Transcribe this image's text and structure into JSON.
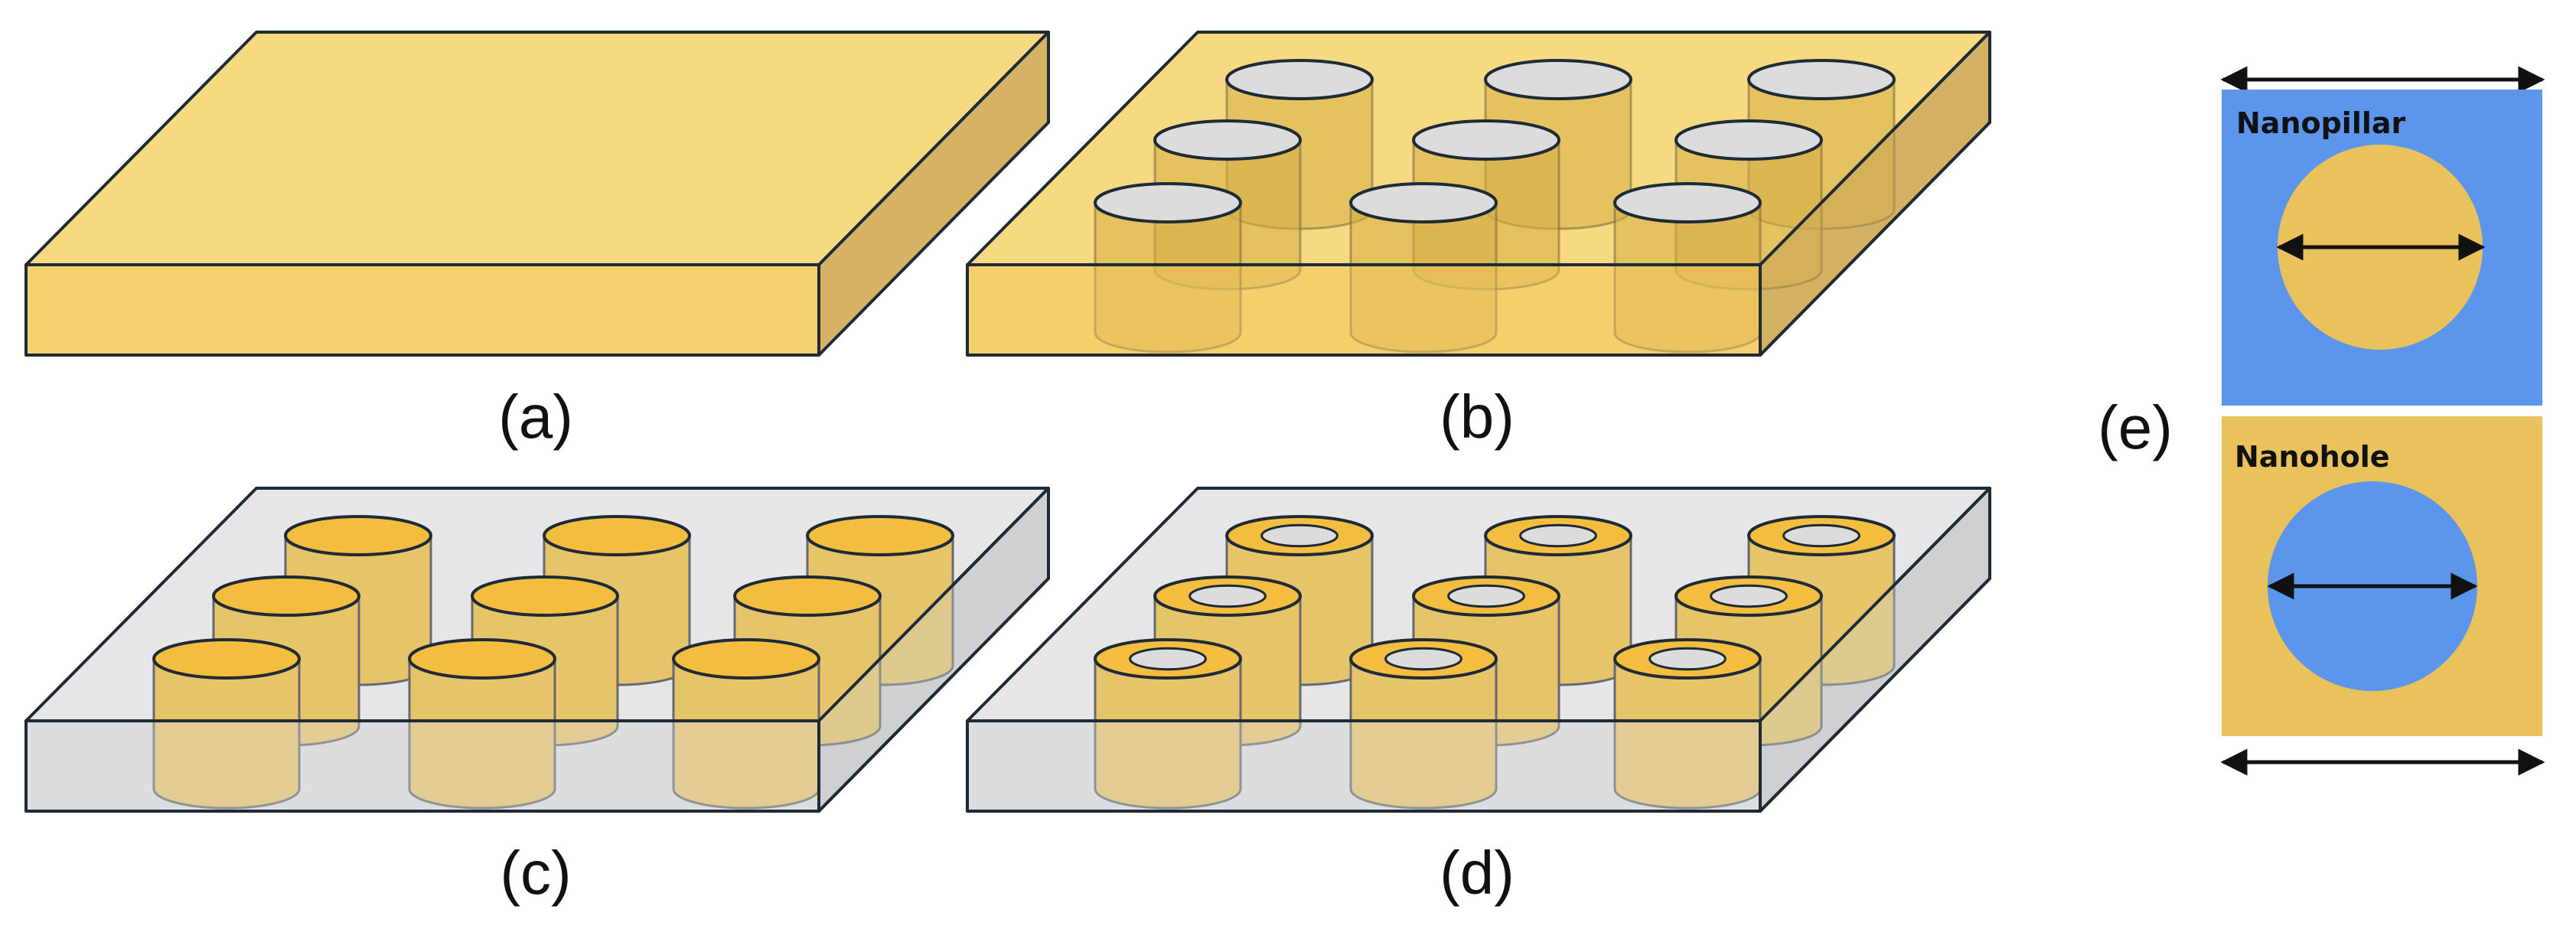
{
  "panels": [
    {
      "id": "a",
      "label": "(a)",
      "slab": "gold",
      "pillars": "none"
    },
    {
      "id": "b",
      "label": "(b)",
      "slab": "gold",
      "pillars": "hole"
    },
    {
      "id": "c",
      "label": "(c)",
      "slab": "glass",
      "pillars": "solid"
    },
    {
      "id": "d",
      "label": "(d)",
      "slab": "glass",
      "pillars": "ring"
    }
  ],
  "panel_e": {
    "label": "(e)",
    "cells": [
      {
        "title": "Nanopillar",
        "background": "#5b95ec",
        "disk": "#e9c25c"
      },
      {
        "title": "Nanohole",
        "background": "#e9c25c",
        "disk": "#5b95ec"
      }
    ]
  },
  "colors": {
    "gold_top": "#f7d982",
    "gold_front": "#f6cf6e",
    "gold_side": "#d5b264",
    "glass_top": "#e6e6e8",
    "glass_front": "#dededf",
    "glass_side": "#cfd0d2",
    "pillar_body": "#e5c46a",
    "pillar_cap": "#f3be3f",
    "hole": "#dcdcdc",
    "outline": "#1e2a36",
    "blue": "#5b95ec"
  }
}
